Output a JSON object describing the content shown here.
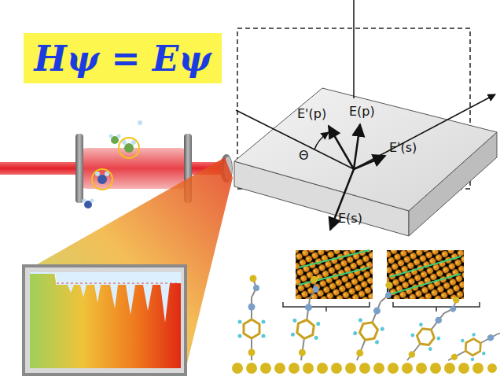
{
  "diagram": {
    "nodes": [
      {
        "text": [
          "Hψ = Eψ"
        ]
      }
    ],
    "labels": [
      "E'(p)",
      "E(p)",
      "E'(s)",
      "Θ",
      "E(s)"
    ]
  }
}
